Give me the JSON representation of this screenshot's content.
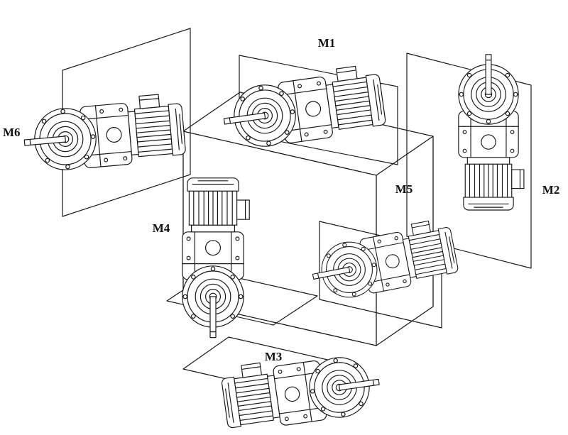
{
  "diagram": {
    "type": "gearmotor-mounting-positions",
    "colors": {
      "line": "#1a1a1a",
      "background": "#ffffff"
    },
    "positions": [
      {
        "id": "m1",
        "label": "M1"
      },
      {
        "id": "m2",
        "label": "M2"
      },
      {
        "id": "m3",
        "label": "M3"
      },
      {
        "id": "m4",
        "label": "M4"
      },
      {
        "id": "m5",
        "label": "M5"
      },
      {
        "id": "m6",
        "label": "M6"
      }
    ]
  }
}
